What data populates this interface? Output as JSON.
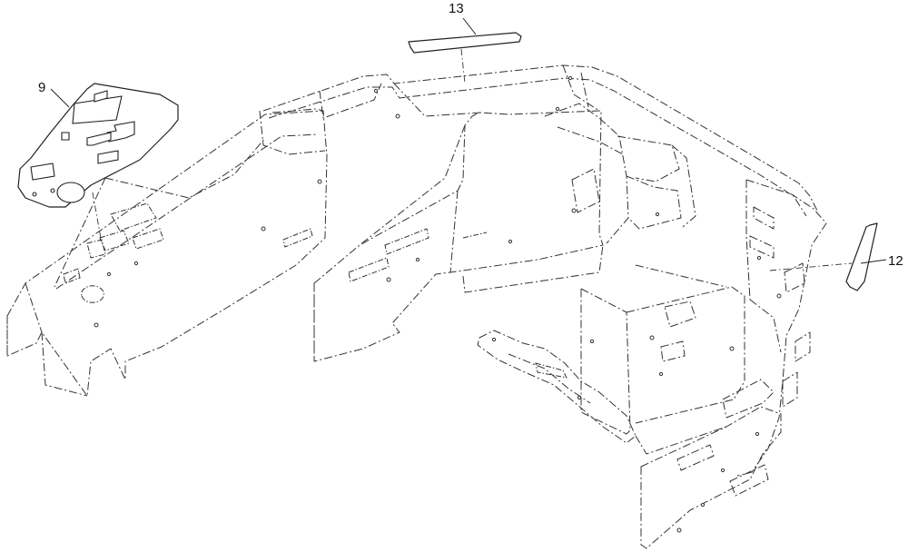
{
  "callouts": {
    "part_9": "9",
    "part_12": "12",
    "part_13": "13"
  }
}
